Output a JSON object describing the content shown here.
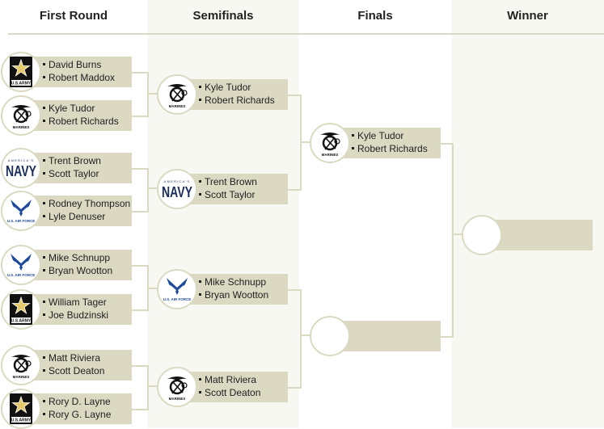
{
  "headers": {
    "first_round": "First Round",
    "semifinals": "Semifinals",
    "finals": "Finals",
    "winner": "Winner"
  },
  "colors": {
    "bar": "#dcd9c3",
    "alt_column": "#f8f8f3",
    "army_gold": "#e5c96a",
    "navy_blue": "#1a2d5a",
    "airforce_blue": "#1e4a9c"
  },
  "first_round": [
    {
      "branch": "army-logo-icon",
      "logo_text": "U.S.ARMY",
      "players": [
        "David Burns",
        "Robert Maddox"
      ]
    },
    {
      "branch": "marines-logo-icon",
      "logo_text": "MARINES",
      "players": [
        "Kyle Tudor",
        "Robert Richards"
      ]
    },
    {
      "branch": "navy-logo-icon",
      "logo_text": "NAVY",
      "players": [
        "Trent Brown",
        "Scott Taylor"
      ]
    },
    {
      "branch": "air-force-logo-icon",
      "logo_text": "U.S. AIR FORCE",
      "players": [
        "Rodney Thompson",
        "Lyle Denuser"
      ]
    },
    {
      "branch": "air-force-logo-icon",
      "logo_text": "U.S. AIR FORCE",
      "players": [
        "Mike Schnupp",
        "Bryan Wootton"
      ]
    },
    {
      "branch": "army-logo-icon",
      "logo_text": "U.S.ARMY",
      "players": [
        "William Tager",
        "Joe Budzinski"
      ]
    },
    {
      "branch": "marines-logo-icon",
      "logo_text": "MARINES",
      "players": [
        "Matt Riviera",
        "Scott Deaton"
      ]
    },
    {
      "branch": "army-logo-icon",
      "logo_text": "U.S.ARMY",
      "players": [
        "Rory D. Layne",
        "Rory G. Layne"
      ]
    }
  ],
  "semifinals": [
    {
      "branch": "marines-logo-icon",
      "logo_text": "MARINES",
      "players": [
        "Kyle Tudor",
        "Robert Richards"
      ]
    },
    {
      "branch": "navy-logo-icon",
      "logo_text": "NAVY",
      "players": [
        "Trent Brown",
        "Scott Taylor"
      ]
    },
    {
      "branch": "air-force-logo-icon",
      "logo_text": "U.S. AIR FORCE",
      "players": [
        "Mike Schnupp",
        "Bryan Wootton"
      ]
    },
    {
      "branch": "marines-logo-icon",
      "logo_text": "MARINES",
      "players": [
        "Matt Riviera",
        "Scott Deaton"
      ]
    }
  ],
  "finals": [
    {
      "branch": "marines-logo-icon",
      "logo_text": "MARINES",
      "players": [
        "Kyle Tudor",
        "Robert Richards"
      ]
    },
    {
      "branch": "",
      "logo_text": "",
      "players": []
    }
  ],
  "winner": {
    "branch": "",
    "logo_text": "",
    "players": []
  }
}
